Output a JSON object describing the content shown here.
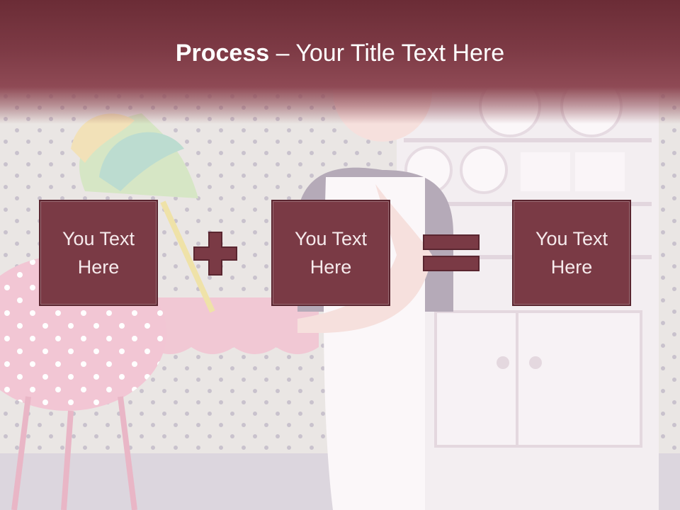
{
  "title": {
    "bold": "Process",
    "rest": " – Your Title Text Here"
  },
  "boxes": [
    {
      "text": "You Text Here"
    },
    {
      "text": "You Text Here"
    },
    {
      "text": "You Text Here"
    }
  ],
  "operators": {
    "plus": "plus-icon",
    "equals": "equals-icon"
  },
  "colors": {
    "header": "#7d3a45",
    "box_fill": "#7a3a45",
    "box_border": "#5a2630",
    "text_light": "#ffffff"
  }
}
